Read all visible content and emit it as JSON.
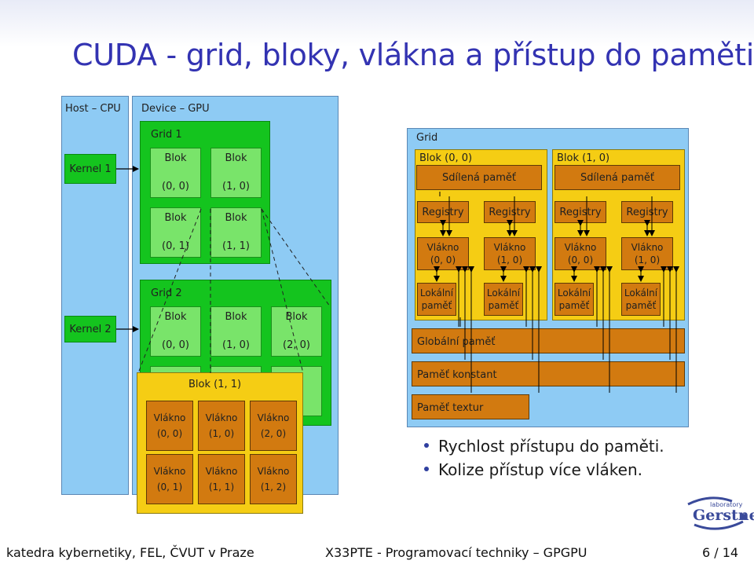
{
  "title": "CUDA - grid, bloky, vlákna a přístup do paměti",
  "host": {
    "label": "Host – CPU",
    "kernel1": "Kernel 1",
    "kernel2": "Kernel 2"
  },
  "device": {
    "label": "Device – GPU",
    "grid1": {
      "label": "Grid 1",
      "blocks": [
        [
          "Blok",
          "(0, 0)"
        ],
        [
          "Blok",
          "(1, 0)"
        ],
        [
          "Blok",
          "(0, 1)"
        ],
        [
          "Blok",
          "(1, 1)"
        ]
      ]
    },
    "grid2": {
      "label": "Grid 2",
      "blocks": [
        [
          "Blok",
          "(0, 0)"
        ],
        [
          "Blok",
          "(1, 0)"
        ],
        [
          "Blok",
          "(2, 0)"
        ]
      ]
    },
    "block_detail": {
      "label": "Blok (1, 1)",
      "threads": [
        [
          "Vlákno",
          "(0, 0)"
        ],
        [
          "Vlákno",
          "(1, 0)"
        ],
        [
          "Vlákno",
          "(2, 0)"
        ],
        [
          "Vlákno",
          "(0, 1)"
        ],
        [
          "Vlákno",
          "(1, 1)"
        ],
        [
          "Vlákno",
          "(1, 2)"
        ]
      ]
    }
  },
  "memory": {
    "grid_label": "Grid",
    "blocks": [
      {
        "label": "Blok (0, 0)",
        "shared": "Sdílená paměť",
        "threads": [
          {
            "reg": "Registry",
            "t1": "Vlákno",
            "t2": "(0, 0)",
            "local1": "Lokální",
            "local2": "paměť"
          },
          {
            "reg": "Registry",
            "t1": "Vlákno",
            "t2": "(1, 0)",
            "local1": "Lokální",
            "local2": "paměť"
          }
        ]
      },
      {
        "label": "Blok (1, 0)",
        "shared": "Sdílená paměť",
        "threads": [
          {
            "reg": "Registry",
            "t1": "Vlákno",
            "t2": "(0, 0)",
            "local1": "Lokální",
            "local2": "paměť"
          },
          {
            "reg": "Registry",
            "t1": "Vlákno",
            "t2": "(1, 0)",
            "local1": "Lokální",
            "local2": "paměť"
          }
        ]
      }
    ],
    "global": "Globální paměť",
    "constant": "Paměť konstant",
    "texture": "Paměť textur"
  },
  "bullets": [
    "Rychlost přístupu do paměti.",
    "Kolize přístup více vláken."
  ],
  "logo": {
    "line1": "laboratory",
    "line2": "Gerstner"
  },
  "footer": {
    "left": "katedra kybernetiky, FEL, ČVUT v Praze",
    "center": "X33PTE - Programovací techniky – GPGPU",
    "page": "6 / 14"
  },
  "colors": {
    "title": "#3333b2",
    "pane": "#8ecbf4",
    "grid": "#14c41e",
    "block": "#79e46a",
    "memory_block": "#f5cd14",
    "memory": "#d27a10"
  }
}
